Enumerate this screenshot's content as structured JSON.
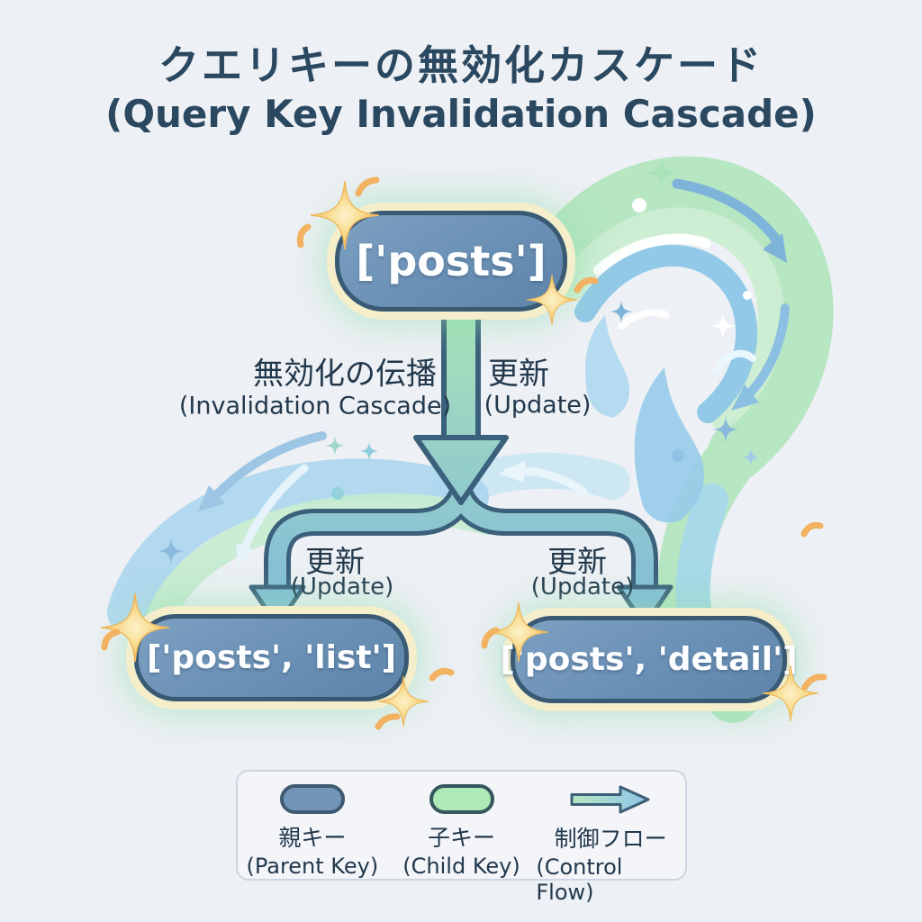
{
  "title": {
    "line_jp": "クエリキーの無効化カスケード",
    "line_en": "(Query Key Invalidation Cascade)"
  },
  "nodes": {
    "parent": {
      "label": "['posts']"
    },
    "child_list": {
      "label": "['posts', 'list']"
    },
    "child_detail": {
      "label": "['posts', 'detail']"
    }
  },
  "edges": {
    "invalidation": {
      "jp": "無効化の伝播",
      "en": "(Invalidation Cascade)"
    },
    "update_top": {
      "jp": "更新",
      "en": "(Update)"
    },
    "update_left": {
      "jp": "更新",
      "en": "(Update)"
    },
    "update_right": {
      "jp": "更新",
      "en": "(Update)"
    }
  },
  "legend": {
    "items": [
      {
        "jp": "親キー",
        "en": "(Parent Key)",
        "swatch": "parent-pill",
        "swatch_color": "#7396b8"
      },
      {
        "jp": "子キー",
        "en": "(Child Key)",
        "swatch": "child-pill",
        "swatch_color": "#aee9b8"
      },
      {
        "jp": "制御フロー",
        "en": "(Control Flow)",
        "swatch": "flow-arrow"
      }
    ]
  },
  "colors": {
    "background": "#edf0f4",
    "title_text": "#2b4861",
    "node_fill": "#6c91b5",
    "node_border": "#3a5a74",
    "node_ring": "#f4eecb",
    "node_glow": "#96e0b2",
    "pipe_outline": "#3b607b",
    "pipe_gradient_start": "#a9e3b8",
    "pipe_gradient_end": "#7eb7dc",
    "wave_green": "#b6e6c2",
    "wave_blue": "#8ec6e7",
    "sparkle_yellow": "#f8d98b",
    "label_text": "#22384c"
  }
}
